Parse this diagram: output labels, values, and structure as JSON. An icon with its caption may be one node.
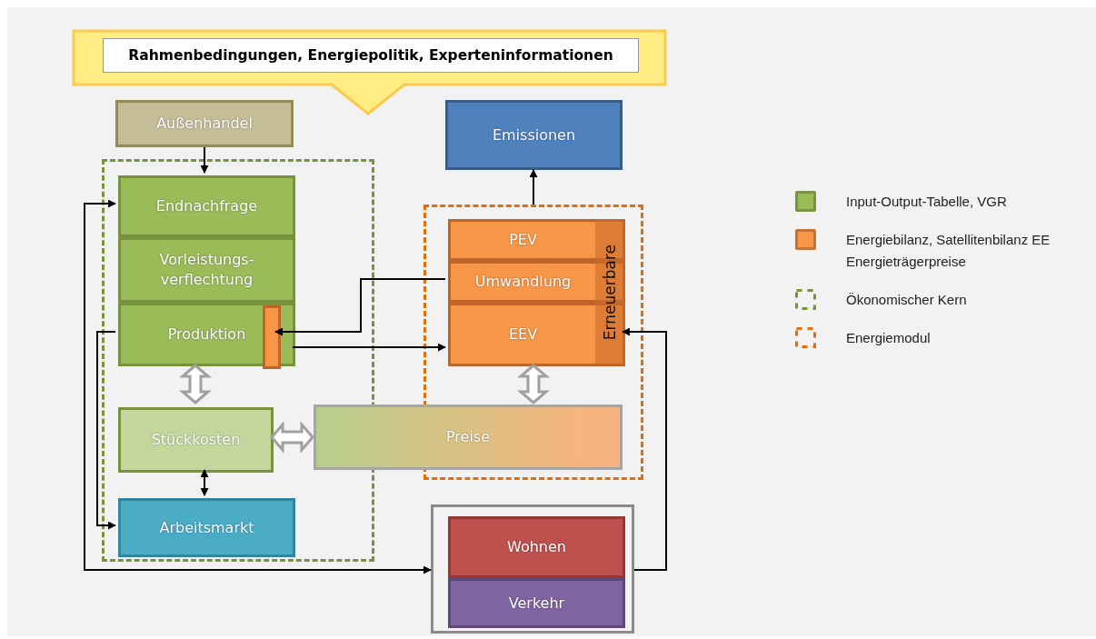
{
  "diagram": {
    "nodes": [
      {
        "text": [
          "Rahmenbedingungen, Energiepolitik, Experteninformationen"
        ]
      },
      {
        "text": [
          "Außenhandel"
        ]
      },
      {
        "text": [],
        "shape": "box"
      },
      {
        "text": [
          "Endnachfrage"
        ],
        "in": 2
      },
      {
        "text": [
          "Vorleistungs- verflechtung"
        ],
        "in": 2
      },
      {
        "text": [
          "Produktion"
        ],
        "in": 2
      },
      {
        "text": [],
        "shape": "bar",
        "in": 5
      },
      {
        "text": [
          "Stückkosten"
        ],
        "in": 2
      },
      {
        "text": [
          "Arbeitsmarkt"
        ],
        "in": 2
      },
      {
        "text": [
          "Emissionen"
        ]
      },
      {
        "text": [],
        "shape": "box"
      },
      {
        "text": [
          "PEV"
        ],
        "in": 10
      },
      {
        "text": [
          "Umwandlung"
        ],
        "in": 10
      },
      {
        "text": [
          "EEV"
        ],
        "in": 10
      },
      {
        "text": [
          "Erneuerbare"
        ],
        "in": 10
      },
      {
        "text": [
          "Preise"
        ]
      },
      {
        "text": [],
        "shape": "box"
      },
      {
        "text": [
          "Wohnen"
        ],
        "in": 16
      },
      {
        "text": [
          "Verkehr"
        ],
        "in": 16
      }
    ],
    "edges": [
      {
        "from": 1,
        "to": 3,
        "arrow": "to"
      },
      {
        "from": 12,
        "to": 6,
        "arrow": "to"
      },
      {
        "from": 5,
        "to": 13,
        "arrow": "to"
      },
      {
        "from": 10,
        "to": 9,
        "arrow": "to"
      },
      {
        "from": 5,
        "to": 8,
        "arrow": "to"
      },
      {
        "from": 3,
        "to": 16,
        "arrow": "both"
      },
      {
        "from": 16,
        "to": 14,
        "arrow": "to"
      },
      {
        "from": 5,
        "to": 7,
        "arrow": "both",
        "style": "thick"
      },
      {
        "from": 7,
        "to": 15,
        "arrow": "both",
        "style": "thick"
      },
      {
        "from": 13,
        "to": 15,
        "arrow": "both",
        "style": "thick"
      },
      {
        "from": 7,
        "to": 8,
        "arrow": "both"
      }
    ],
    "legend": [
      {
        "text": "Input-Output-Tabelle, VGR",
        "color": "#9bbb59"
      },
      {
        "text": "Energiebilanz, Satellitenbilanz EE Energieträgerpreise",
        "color": "#f79646"
      },
      {
        "text": "Ökonomischer Kern"
      },
      {
        "text": "Energiemodul"
      }
    ]
  }
}
